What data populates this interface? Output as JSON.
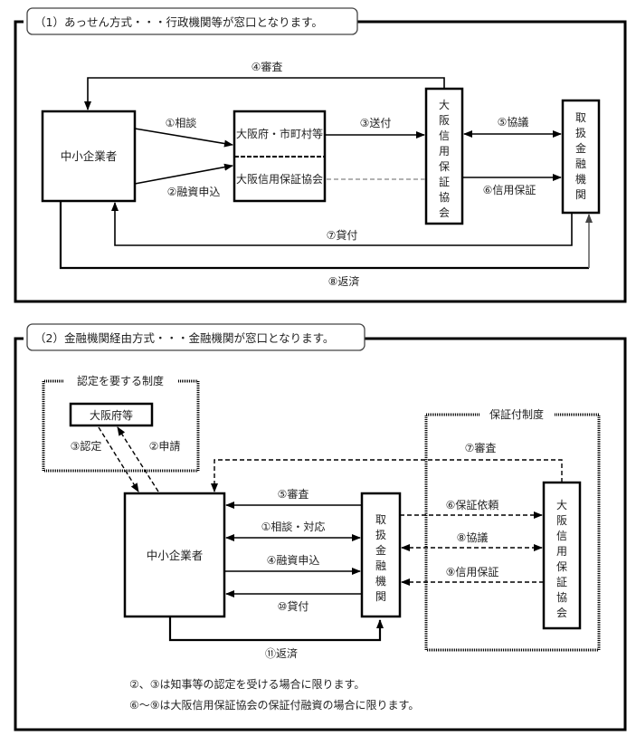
{
  "section1": {
    "title": "（1）あっせん方式・・・行政機関等が窓口となります。",
    "nodes": {
      "sme": "中小企業者",
      "gov": "大阪府・市町村等",
      "guarantee_assoc_inner": "大阪信用保証協会",
      "guarantee_assoc_vertical": [
        "大",
        "阪",
        "信",
        "用",
        "保",
        "証",
        "協",
        "会"
      ],
      "bank_vertical": [
        "取",
        "扱",
        "金",
        "融",
        "機",
        "関"
      ]
    },
    "edges": {
      "e1": "①相談",
      "e2": "②融資申込",
      "e3": "③送付",
      "e4": "④審査",
      "e5": "⑤協議",
      "e6": "⑥信用保証",
      "e7": "⑦貸付",
      "e8": "⑧返済"
    }
  },
  "section2": {
    "title": "（2）金融機関経由方式・・・金融機関が窓口となります。",
    "groups": {
      "certification": "認定を要する制度",
      "guarantee_system": "保証付制度"
    },
    "nodes": {
      "osaka_pref": "大阪府等",
      "sme": "中小企業者",
      "bank_vertical": [
        "取",
        "扱",
        "金",
        "融",
        "機",
        "関"
      ],
      "guarantee_assoc_vertical": [
        "大",
        "阪",
        "信",
        "用",
        "保",
        "証",
        "協",
        "会"
      ]
    },
    "edges": {
      "e1": "①相談・対応",
      "e2": "②申請",
      "e3": "③認定",
      "e4": "④融資申込",
      "e5": "⑤審査",
      "e6": "⑥保証依頼",
      "e7": "⑦審査",
      "e8": "⑧協議",
      "e9": "⑨信用保証",
      "e10": "⑩貸付",
      "e11": "⑪返済"
    },
    "notes": [
      "②、③は知事等の認定を受ける場合に限ります。",
      "⑥～⑨は大阪信用保証協会の保証付融資の場合に限ります。"
    ]
  }
}
